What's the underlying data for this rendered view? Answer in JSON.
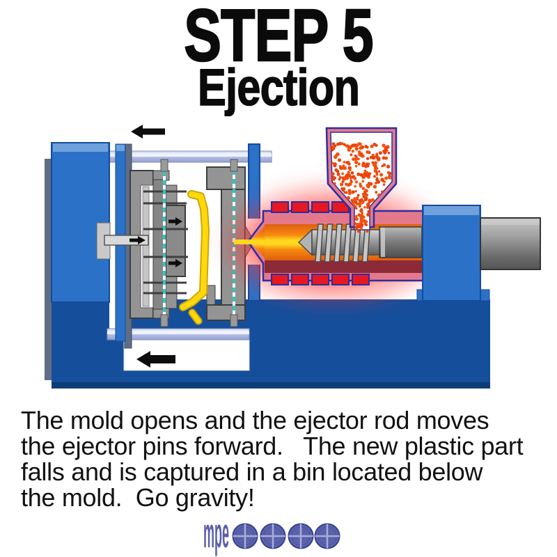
{
  "header": {
    "step_label": "STEP 5",
    "subtitle": "Ejection"
  },
  "body": {
    "lines": [
      "The mold opens and the ejector rod moves",
      "the ejector pins forward.   The new plastic part",
      "falls and is captured in a bin located below",
      "the mold.  Go gravity!"
    ]
  },
  "footer": {
    "logo_text": "mpe",
    "pellet_icon_count": 4
  },
  "diagram": {
    "subject": "injection-molding-machine-ejection-stage",
    "motion_arrow_glyphs": {
      "left": "←",
      "right": "→"
    }
  },
  "colors": {
    "title_black": "#0b0b0b",
    "machine_blue": "#2b71c8",
    "machine_blue_light": "#6fa2dd",
    "machine_blue_dark": "#154f9c",
    "slate_gray": "#5f6d85",
    "mold_gray": "#949494",
    "tie_bar_lavender": "#b9c3e6",
    "teal_line": "#35c4bc",
    "part_yellow": "#ffd90a",
    "hopper_pink": "#e5798c",
    "heater_red": "#e81822",
    "melt_orange": "#f8890f",
    "melt_yellow": "#ffd71e",
    "barrel_maroon": "#8c2a38",
    "glow_red": "#ff2a2a",
    "pellet_orange": "#f2500e",
    "logo_purple": "#5b5fa9"
  }
}
